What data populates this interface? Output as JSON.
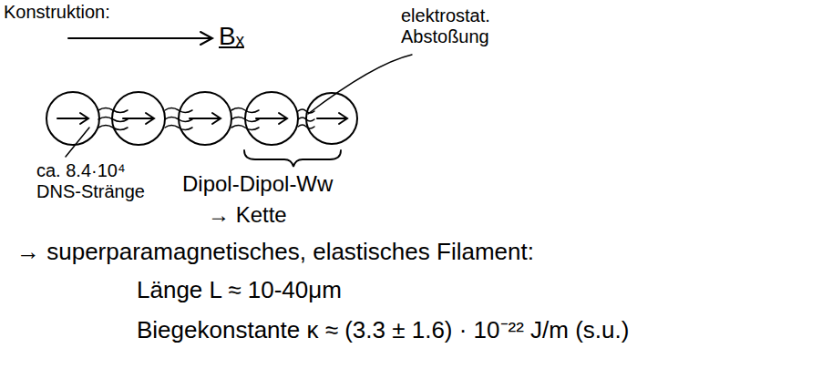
{
  "diagram": {
    "labels": [
      "Konstruktion:",
      "Bₓ",
      "elektrostat. Abstoßung",
      "ca. 8.4·10⁴ DNS-Stränge",
      "Dipol-Dipol-Ww",
      "→ Kette",
      "→ superparamagnetisches, elastisches Filament:",
      "Länge L ≈ 10-40μm",
      "Biegekonstante κ ≈ (3.3 ± 1.6) · 10⁻²² J/m (s.u.)"
    ]
  }
}
